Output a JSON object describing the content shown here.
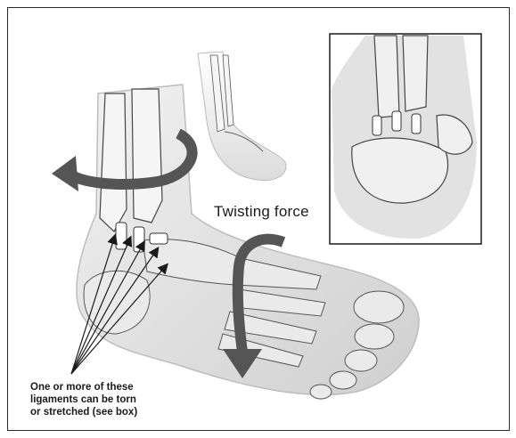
{
  "labels": {
    "twisting_force": "Twisting force",
    "ligament_note": [
      "One or more of these",
      "ligaments can be torn",
      "or stretched (see box)"
    ]
  },
  "colors": {
    "arrow": "#555555",
    "skin": "#e6e6e6",
    "bone": "#f4f4f4",
    "outline": "#2a2a2a"
  }
}
